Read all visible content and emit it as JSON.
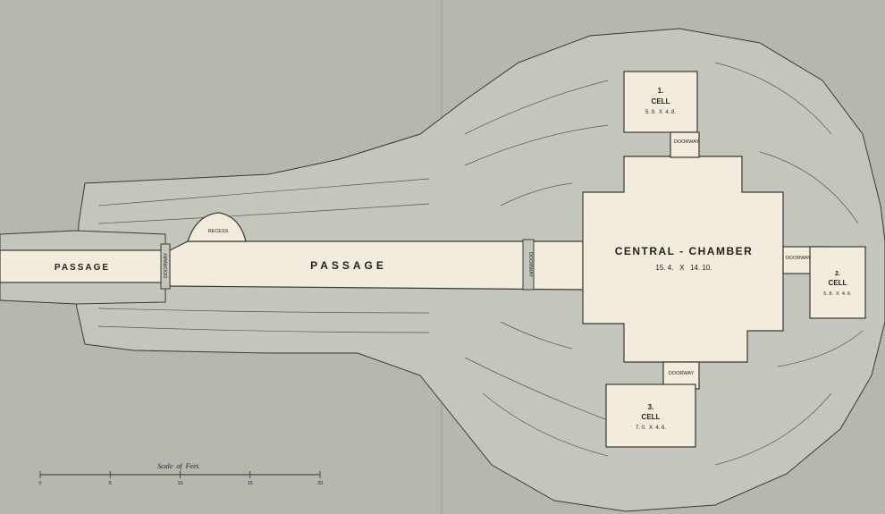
{
  "labels": {
    "passage_outer": "PASSAGE",
    "passage_main": "PASSAGE",
    "doorway_passage_1": "DOORWAY",
    "doorway_passage_2": "DOORWAY",
    "recess": "RECESS",
    "central_title": "CENTRAL - CHAMBER",
    "central_dims": "15. 4.   X   14. 10.",
    "cell1_num": "1.",
    "cell1_title": "CELL",
    "cell1_dims": "5. 9.  X  4. 8.",
    "doorway_top": "DOORWAY",
    "cell2_num": "2.",
    "cell2_title": "CELL",
    "cell2_dims": "5. 8.  X  4. 6.",
    "doorway_right": "DOORWAY",
    "cell3_num": "3.",
    "cell3_title": "CELL",
    "cell3_dims": "7. 0.  X  4. 6.",
    "doorway_bottom": "DOORWAY"
  },
  "scale": {
    "title": "Scale  of  Feet.",
    "ticks": [
      "0",
      "5",
      "10",
      "15",
      "20"
    ]
  },
  "colors": {
    "paper": "#b9bbb3",
    "floor": "#f3ebdc",
    "stone": "#c4c5bd",
    "ink": "#3a3a36"
  }
}
